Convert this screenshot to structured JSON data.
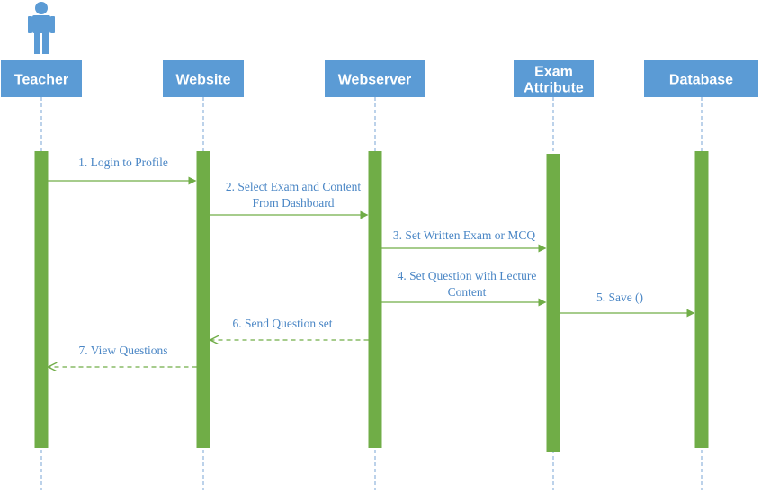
{
  "colors": {
    "header": "#5b9bd5",
    "activation": "#70ad47",
    "message_text": "#4a86c5",
    "actor": "#5b9bd5"
  },
  "actor_icon": "person-icon",
  "lifelines": [
    {
      "id": "teacher",
      "label_lines": [
        "Teacher"
      ]
    },
    {
      "id": "website",
      "label_lines": [
        "Website"
      ]
    },
    {
      "id": "webserver",
      "label_lines": [
        "Webserver"
      ]
    },
    {
      "id": "exam-attribute",
      "label_lines": [
        "Exam",
        "Attribute"
      ]
    },
    {
      "id": "database",
      "label_lines": [
        "Database"
      ]
    }
  ],
  "messages": [
    {
      "id": "m1",
      "from": "teacher",
      "to": "website",
      "kind": "sync",
      "label_lines": [
        "1. Login to Profile"
      ]
    },
    {
      "id": "m2",
      "from": "website",
      "to": "webserver",
      "kind": "sync",
      "label_lines": [
        "2. Select Exam and Content",
        "From Dashboard"
      ]
    },
    {
      "id": "m3",
      "from": "webserver",
      "to": "exam-attribute",
      "kind": "sync",
      "label_lines": [
        "3. Set Written Exam or MCQ"
      ]
    },
    {
      "id": "m4",
      "from": "webserver",
      "to": "exam-attribute",
      "kind": "sync",
      "label_lines": [
        "4. Set Question with Lecture",
        "Content"
      ]
    },
    {
      "id": "m5",
      "from": "exam-attribute",
      "to": "database",
      "kind": "sync",
      "label_lines": [
        "5. Save ()"
      ]
    },
    {
      "id": "m6",
      "from": "webserver",
      "to": "website",
      "kind": "return",
      "label_lines": [
        "6. Send Question set"
      ]
    },
    {
      "id": "m7",
      "from": "website",
      "to": "teacher",
      "kind": "return",
      "label_lines": [
        "7. View Questions"
      ]
    }
  ]
}
